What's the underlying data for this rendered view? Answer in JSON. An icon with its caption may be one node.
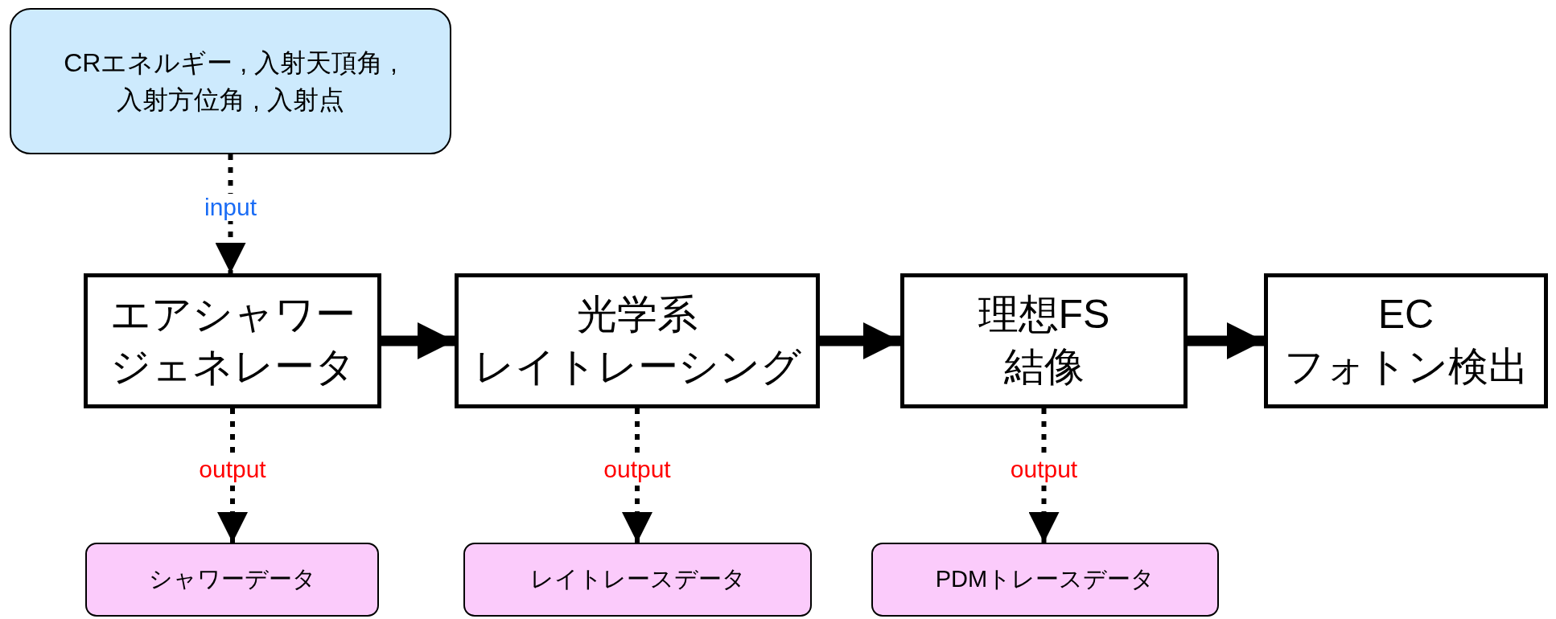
{
  "diagram": {
    "nodes": [
      {
        "text": [
          "CRエネルギー , 入射天頂角 , 入射方位角 , 入射点"
        ]
      },
      {
        "text": [
          "エアシャワージェネレータ"
        ]
      },
      {
        "text": [
          "光学系レイトレーシング"
        ]
      },
      {
        "text": [
          "理想FS結像"
        ]
      },
      {
        "text": [
          "ECフォトン検出"
        ]
      },
      {
        "text": [
          "シャワーデータ"
        ]
      },
      {
        "text": [
          "レイトレースデータ"
        ]
      },
      {
        "text": [
          "PDMトレースデータ"
        ]
      }
    ],
    "edges": [
      {
        "from": 0,
        "to": 1,
        "arrow": "to",
        "label": "input",
        "style": "dashed"
      },
      {
        "from": 1,
        "to": 2,
        "arrow": "to",
        "style": "thick"
      },
      {
        "from": 2,
        "to": 3,
        "arrow": "to",
        "style": "thick"
      },
      {
        "from": 3,
        "to": 4,
        "arrow": "to",
        "style": "thick"
      },
      {
        "from": 1,
        "to": 5,
        "arrow": "to",
        "label": "output",
        "style": "dashed"
      },
      {
        "from": 2,
        "to": 6,
        "arrow": "to",
        "label": "output",
        "style": "dashed"
      },
      {
        "from": 3,
        "to": 7,
        "arrow": "to",
        "label": "output",
        "style": "dashed"
      }
    ]
  }
}
